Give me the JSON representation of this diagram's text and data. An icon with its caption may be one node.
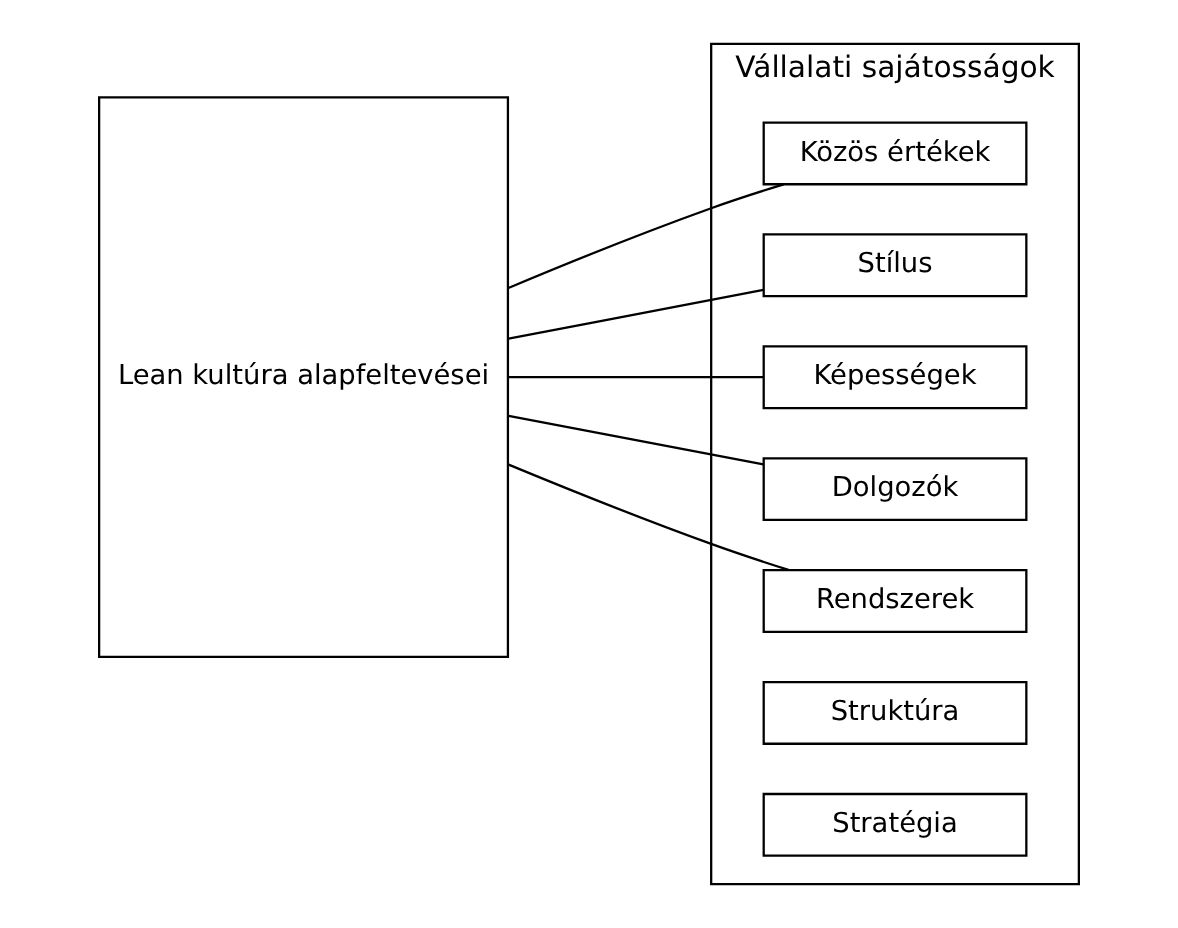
{
  "diagram": {
    "nodes": [
      {
        "text": [
          "Lean kultúra alapfeltevései"
        ]
      },
      {
        "text": [
          "Vállalati sajátosságok"
        ]
      },
      {
        "text": [
          "Stratégia"
        ],
        "in": 1
      },
      {
        "text": [
          "Struktúra"
        ],
        "in": 1
      },
      {
        "text": [
          "Rendszerek"
        ],
        "in": 1
      },
      {
        "text": [
          "Dolgozók"
        ],
        "in": 1
      },
      {
        "text": [
          "Képességek"
        ],
        "in": 1
      },
      {
        "text": [
          "Stílus"
        ],
        "in": 1
      },
      {
        "text": [
          "Közös értékek"
        ],
        "in": 1
      }
    ],
    "edges": [
      {
        "from": 0,
        "to": 4,
        "arrow": "none"
      },
      {
        "from": 0,
        "to": 5,
        "arrow": "none"
      },
      {
        "from": 0,
        "to": 6,
        "arrow": "none"
      },
      {
        "from": 0,
        "to": 7,
        "arrow": "none"
      },
      {
        "from": 0,
        "to": 8,
        "arrow": "none"
      }
    ]
  }
}
